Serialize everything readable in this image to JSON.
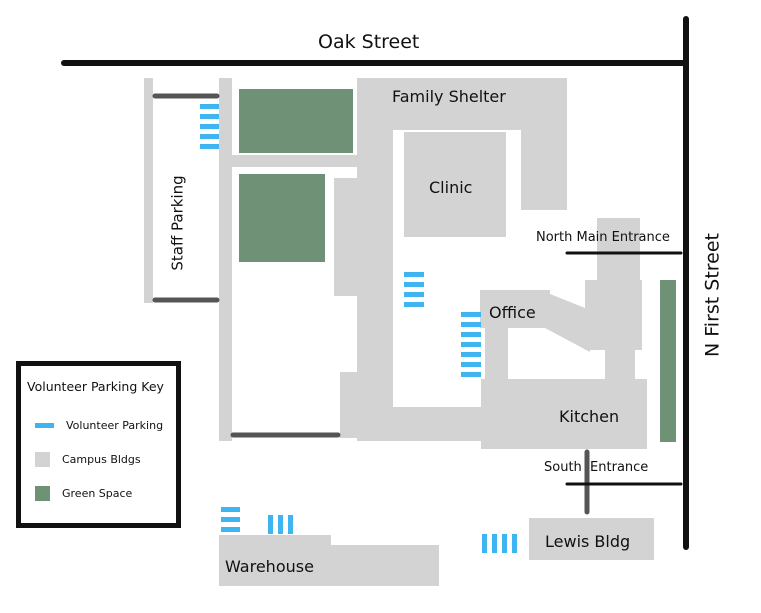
{
  "colors": {
    "building": "#d3d3d3",
    "green_space": "#6f9277",
    "volunteer_parking": "#3eb5f1",
    "road": "#111111",
    "parking_bar": "#555555"
  },
  "streets": {
    "oak": "Oak Street",
    "first": "N First Street"
  },
  "buildings": {
    "family_shelter": "Family Shelter",
    "clinic": "Clinic",
    "office": "Office",
    "kitchen": "Kitchen",
    "warehouse": "Warehouse",
    "lewis": "Lewis Bldg"
  },
  "areas": {
    "staff_parking": "Staff Parking"
  },
  "entrances": {
    "north": "North Main Entrance",
    "south": "South  Entrance"
  },
  "legend": {
    "title": "Volunteer Parking Key",
    "items": [
      {
        "label": "Volunteer Parking",
        "swatch": "volunteer_parking"
      },
      {
        "label": "Campus Bldgs",
        "swatch": "building"
      },
      {
        "label": "Green Space",
        "swatch": "green_space"
      }
    ]
  }
}
